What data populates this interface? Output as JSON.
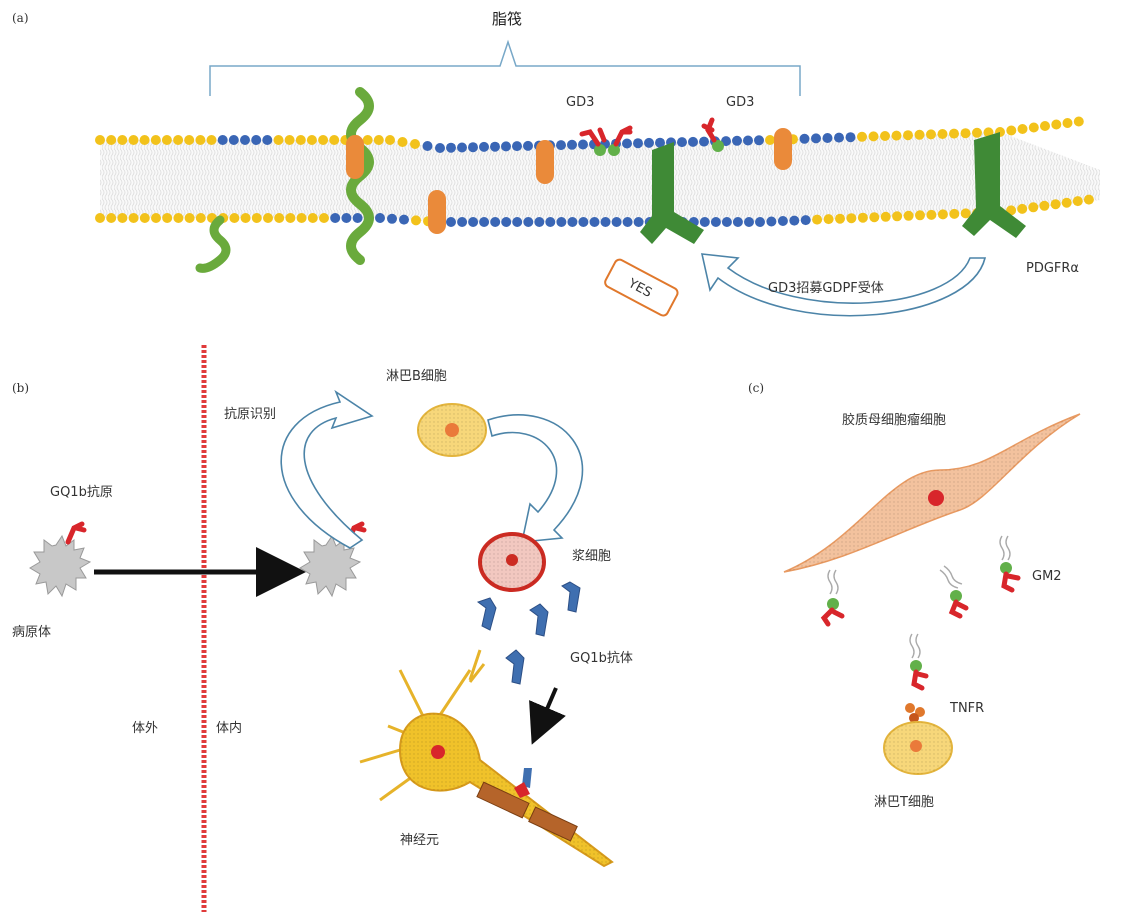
{
  "panels": {
    "a": "(a)",
    "b": "(b)",
    "c": "(c)"
  },
  "panel_a": {
    "raft_label": "脂筏",
    "gd3_left": "GD3",
    "gd3_right": "GD3",
    "yes_box": "YES",
    "arrow_label": "GD3招募GDPF受体",
    "receptor_label": "PDGFRα"
  },
  "panel_b": {
    "antigen_label": "GQ1b抗原",
    "pathogen_label": "病原体",
    "recognition_label": "抗原识别",
    "bcell_label": "淋巴B细胞",
    "plasma_label": "浆细胞",
    "antibody_label": "GQ1b抗体",
    "neuron_label": "神经元",
    "outside_label": "体外",
    "inside_label": "体内"
  },
  "panel_c": {
    "glioma_label": "胶质母细胞瘤细胞",
    "gm2_label": "GM2",
    "tnfr_label": "TNFR",
    "tcell_label": "淋巴T细胞"
  },
  "colors": {
    "head_yellow": "#f2c21b",
    "head_blue": "#3a66b5",
    "helix_green": "#6aaa3c",
    "protein_orange": "#ea8a3a",
    "receptor_green": "#3f8a36",
    "ganglioside_red": "#d8262b",
    "arrow_outline": "#4c84a8",
    "antibody_blue": "#3f6fb0",
    "neuron_yellow": "#f0c22a",
    "glioma_orange": "#f3c29e",
    "dashed_red": "#e03a3a"
  }
}
